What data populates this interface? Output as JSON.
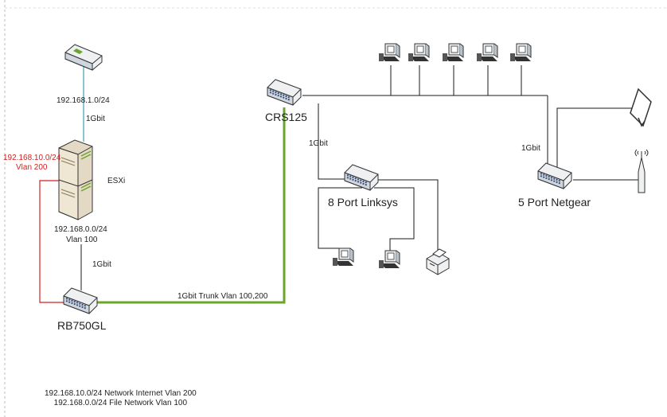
{
  "labels": {
    "modem_subnet": "192.168.1.0/24",
    "modem_link": "1Gbit",
    "red_subnet": "192.168.10.0/24",
    "red_vlan": "Vlan 200",
    "esxi": "ESXi",
    "esxi_subnet": "192.168.0.0/24",
    "esxi_vlan": "Vlan 100",
    "esxi_link": "1Gbit",
    "router": "RB750GL",
    "trunk": "1Gbit Trunk Vlan 100,200",
    "crs": "CRS125",
    "crs_link": "1Gbit",
    "linksys": "8 Port Linksys",
    "netgear_link": "1Gbit",
    "netgear": "5 Port Netgear"
  },
  "legend": [
    "192.168.10.0/24 Network Internet Vlan 200",
    "192.168.0.0/24 File Network Vlan 100"
  ],
  "colors": {
    "wire": "#1a1a1a",
    "modem_link": "#3aa3b5",
    "vlan200": "#d42020",
    "trunk": "#6aa52e",
    "device_top": "#eef0f2",
    "device_side": "#b9c2cb",
    "port": "#3a4f7a"
  }
}
